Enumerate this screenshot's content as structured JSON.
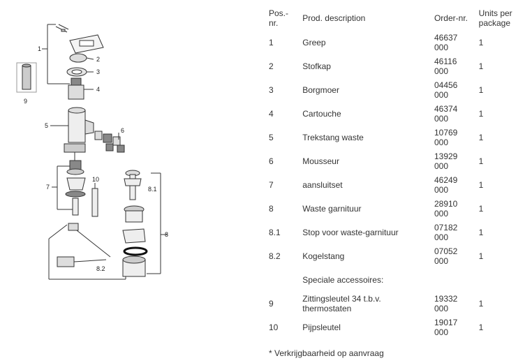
{
  "table": {
    "headers": {
      "pos": "Pos.-\nnr.",
      "description": "Prod. description",
      "order": "Order-nr.",
      "units": "Units per\npackage"
    },
    "rows": [
      {
        "pos": "1",
        "description": "Greep",
        "order": "46637\n000",
        "units": "1"
      },
      {
        "pos": "2",
        "description": "Stofkap",
        "order": "46116\n000",
        "units": "1"
      },
      {
        "pos": "3",
        "description": "Borgmoer",
        "order": "04456\n000",
        "units": "1"
      },
      {
        "pos": "4",
        "description": "Cartouche",
        "order": "46374\n000",
        "units": "1"
      },
      {
        "pos": "5",
        "description": "Trekstang waste",
        "order": "10769\n000",
        "units": "1"
      },
      {
        "pos": "6",
        "description": "Mousseur",
        "order": "13929\n000",
        "units": "1"
      },
      {
        "pos": "7",
        "description": "aansluitset",
        "order": "46249\n000",
        "units": "1"
      },
      {
        "pos": "8",
        "description": "Waste garnituur",
        "order": "28910\n000",
        "units": "1"
      },
      {
        "pos": "8.1",
        "description": "Stop voor waste-garnituur",
        "order": "07182\n000",
        "units": "1"
      },
      {
        "pos": "8.2",
        "description": "Kogelstang",
        "order": "07052\n000",
        "units": "1"
      }
    ],
    "accessories_heading": "Speciale accessoires:",
    "accessory_rows": [
      {
        "pos": "9",
        "description": "Zittingsleutel 34 t.b.v.\nthermostaten",
        "order": "19332\n000",
        "units": "1"
      },
      {
        "pos": "10",
        "description": "Pijpsleutel",
        "order": "19017\n000",
        "units": "1"
      }
    ]
  },
  "footnote": "* Verkrijgbaarheid op aanvraag",
  "diagram": {
    "callouts": [
      "1",
      "2",
      "3",
      "4",
      "5",
      "6",
      "7",
      "8",
      "8.1",
      "8.2",
      "9",
      "10"
    ]
  }
}
